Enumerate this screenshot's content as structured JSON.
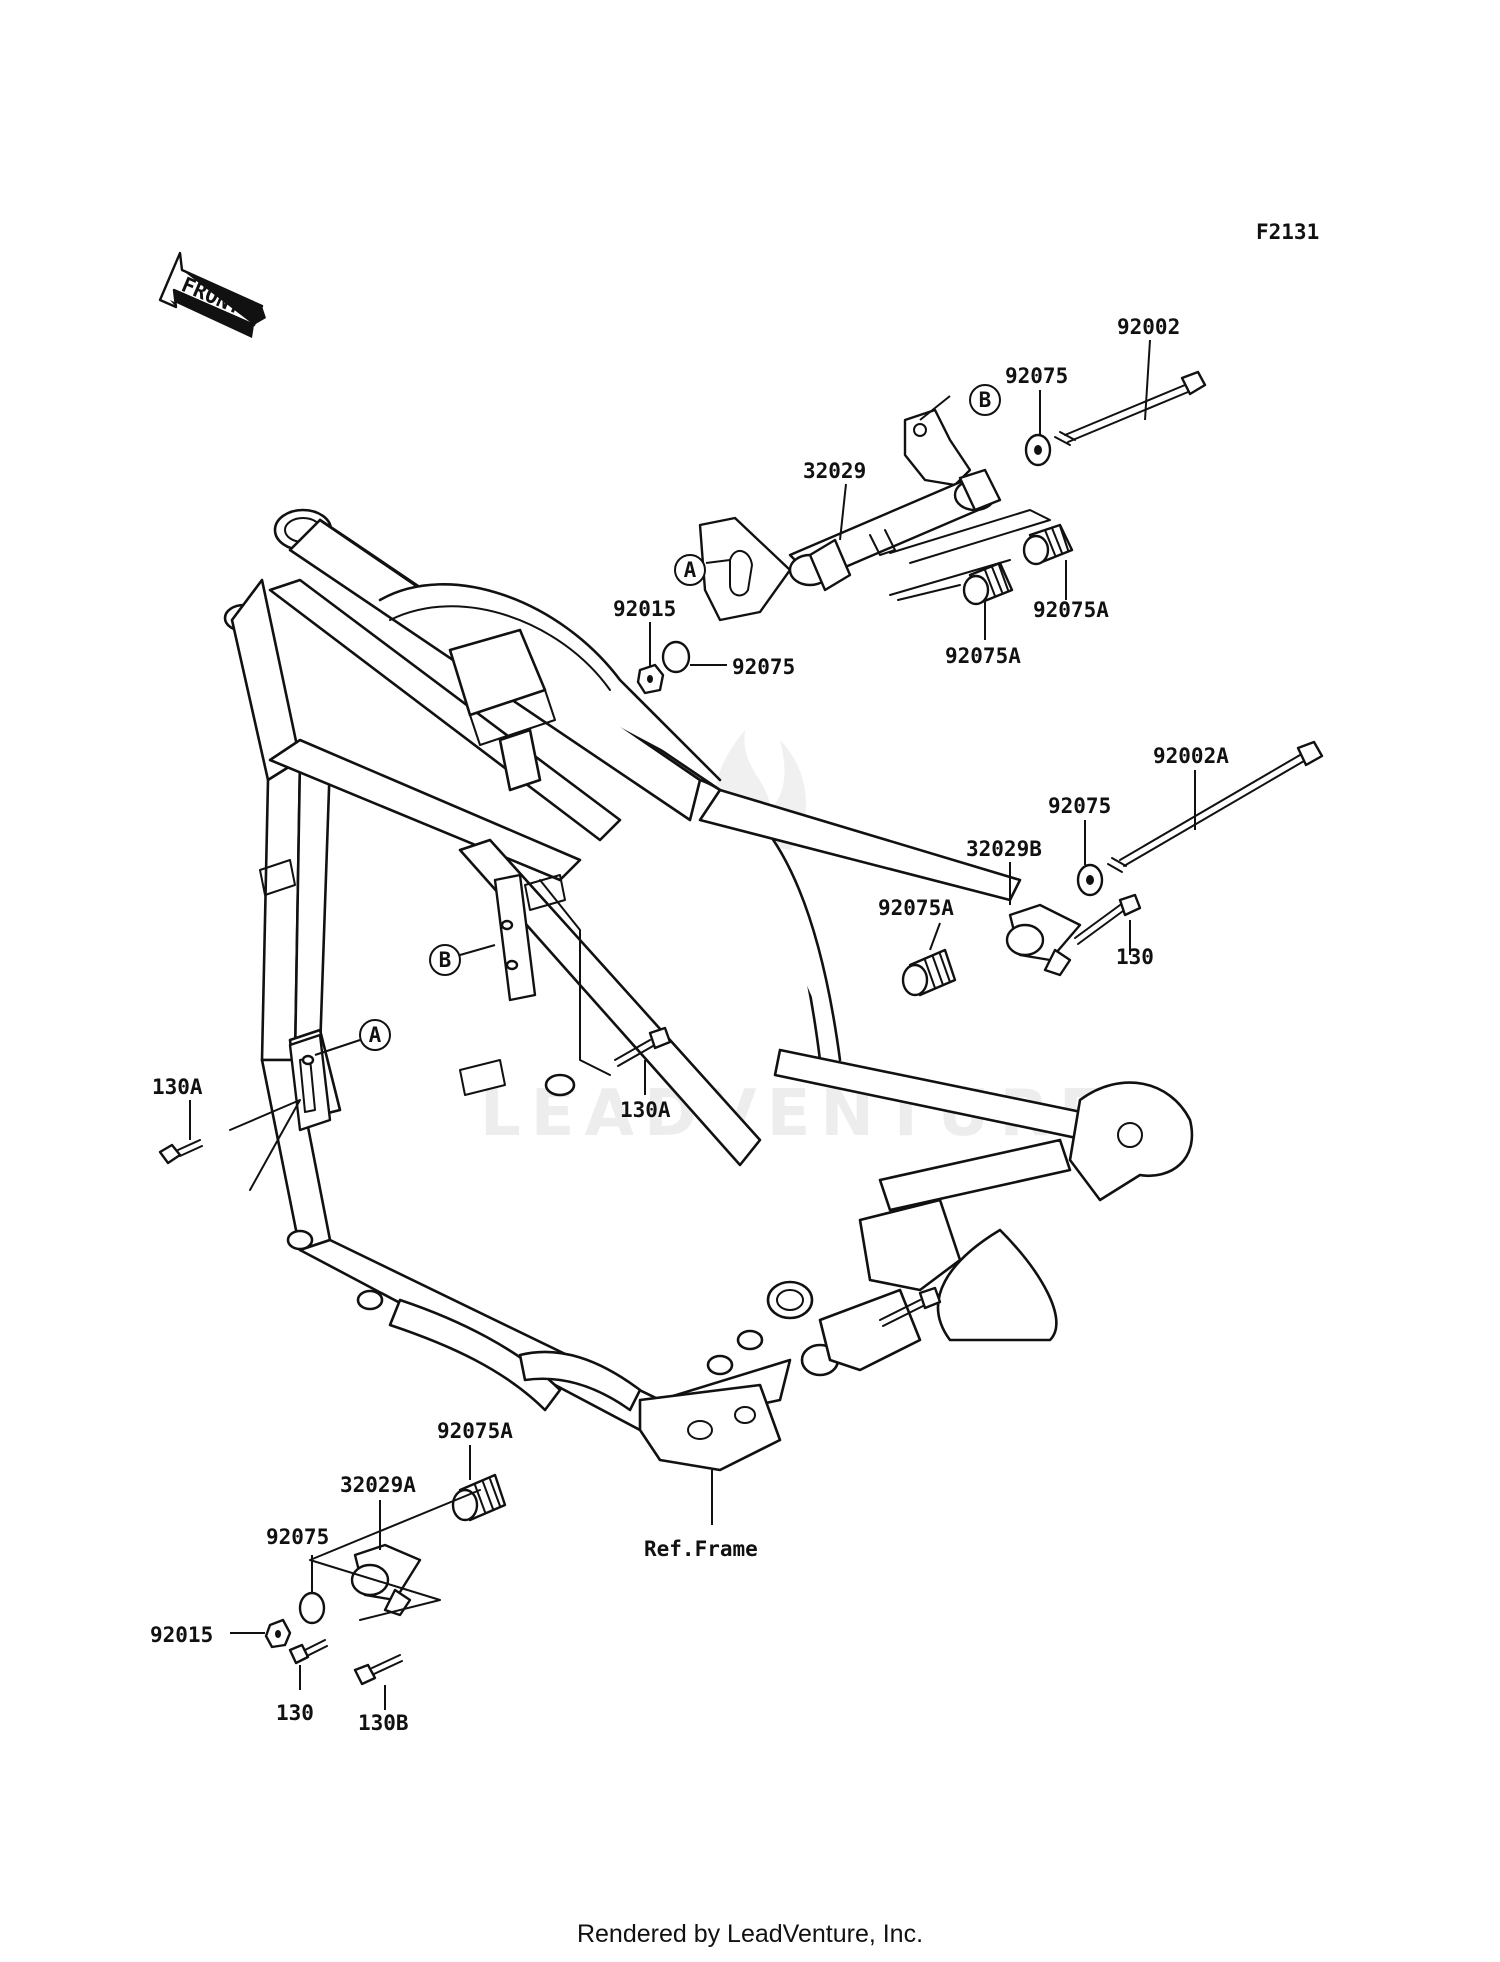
{
  "diagram_code": "F2131",
  "front_arrow": "FRONT",
  "watermark": "LEADVENTURE",
  "reference_label": "Ref.Frame",
  "callouts": {
    "a_top": "A",
    "b_top": "B",
    "a_frame": "A",
    "b_frame": "B"
  },
  "parts": {
    "p_92002": "92002",
    "p_92075_top": "92075",
    "p_32029": "32029",
    "p_92015_top": "92015",
    "p_92075_mid": "92075",
    "p_92075A_top_right": "92075A",
    "p_92075A_top_left": "92075A",
    "p_92002A": "92002A",
    "p_92075_right": "92075",
    "p_32029B": "32029B",
    "p_92075A_right": "92075A",
    "p_130_right": "130",
    "p_130A_left": "130A",
    "p_130A_center": "130A",
    "p_92075A_bottom": "92075A",
    "p_32029A": "32029A",
    "p_92075_bottom": "92075",
    "p_92015_bottom": "92015",
    "p_130_bottom": "130",
    "p_130B": "130B"
  },
  "footer": "Rendered by LeadVenture, Inc."
}
